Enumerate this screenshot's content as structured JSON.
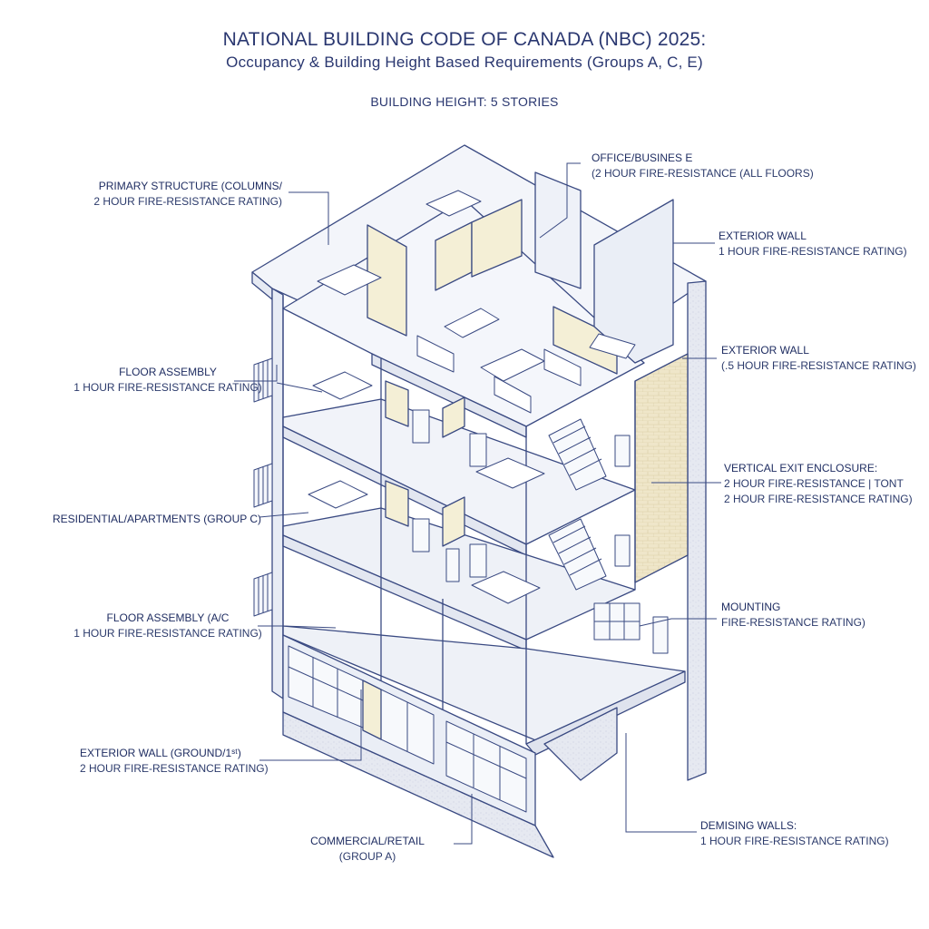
{
  "title": "NATIONAL BUILDING CODE OF CANADA (NBC) 2025:",
  "subtitle": "Occupancy & Building Height Based Requirements (Groups A, C, E)",
  "height_note": "BUILDING HEIGHT: 5 STORIES",
  "labels": {
    "primary_structure": {
      "line1": "PRIMARY STRUCTURE (COLUMNS/",
      "line2": "2 HOUR FIRE-RESISTANCE RATING)"
    },
    "floor_assembly_upper": {
      "line1": "FLOOR ASSEMBLY",
      "line2": "1 HOUR FIRE-RESISTANCE RATING)"
    },
    "residential": {
      "line1": "RESIDENTIAL/APARTMENTS (GROUP C)"
    },
    "floor_assembly_ac": {
      "line1": "FLOOR ASSEMBLY (A/C",
      "line2": "1 HOUR FIRE-RESISTANCE RATING)"
    },
    "exterior_wall_ground": {
      "line1": "EXTERIOR WALL (GROUND/1ˢᵗ)",
      "line2": "2 HOUR FIRE-RESISTANCE RATING)"
    },
    "commercial": {
      "line1": "COMMERCIAL/RETAIL",
      "line2": "(GROUP A)"
    },
    "office": {
      "line1": "OFFICE/BUSINES E",
      "line2": "(2 HOUR FIRE-RESISTANCE (ALL FLOORS)"
    },
    "exterior_wall_1": {
      "line1": "EXTERIOR WALL",
      "line2": "1 HOUR FIRE-RESISTANCE RATING)"
    },
    "exterior_wall_2": {
      "line1": "EXTERIOR WALL",
      "line2": "(.5 HOUR FIRE-RESISTANCE RATING)"
    },
    "exit_enclosure": {
      "line1": "VERTICAL EXIT ENCLOSURE:",
      "line2": "2 HOUR FIRE-RESISTANCE | TONT",
      "line3": "2 HOUR FIRE-RESISTANCE RATING)"
    },
    "mounting": {
      "line1": "MOUNTING",
      "line2": "FIRE-RESISTANCE RATING)"
    },
    "demising": {
      "line1": "DEMISING WALLS:",
      "line2": "1 HOUR FIRE-RESISTANCE RATING)"
    }
  },
  "colors": {
    "line": "#3a4a82",
    "wall_fill": "#eef1f8",
    "floor_fill": "#f3f5fa",
    "accent_panel": "#f4efd6",
    "brick": "#efe6c9"
  }
}
